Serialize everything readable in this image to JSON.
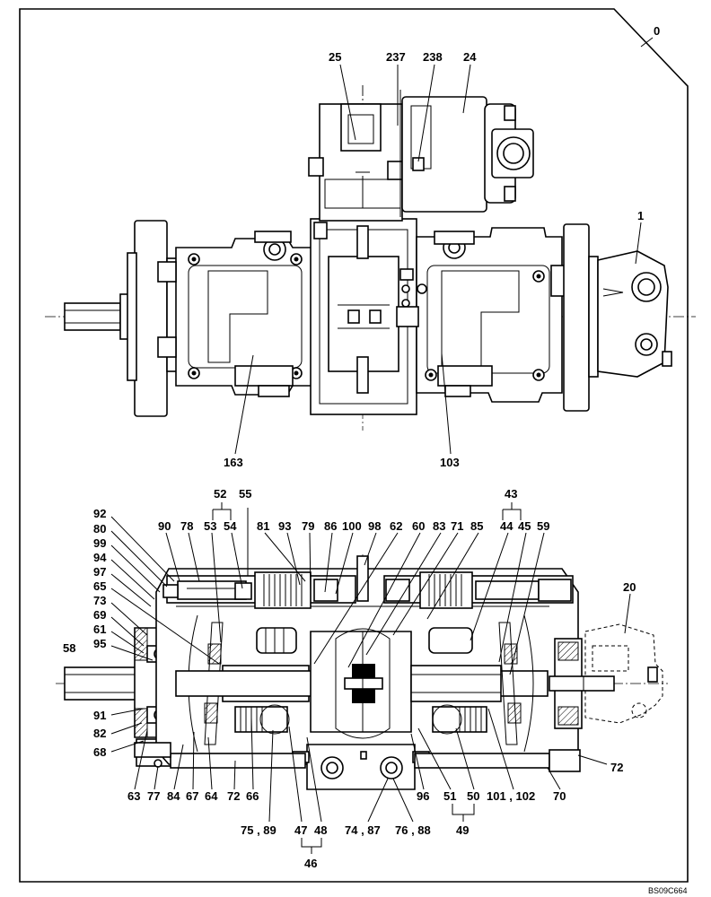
{
  "document_code": "BS09C664",
  "top_view_labels": [
    {
      "id": "0",
      "text": "0"
    },
    {
      "id": "25",
      "text": "25"
    },
    {
      "id": "237",
      "text": "237"
    },
    {
      "id": "238",
      "text": "238"
    },
    {
      "id": "24",
      "text": "24"
    },
    {
      "id": "1",
      "text": "1"
    },
    {
      "id": "163",
      "text": "163"
    },
    {
      "id": "103",
      "text": "103"
    }
  ],
  "section_view_labels": [
    {
      "id": "52",
      "text": "52"
    },
    {
      "id": "55",
      "text": "55"
    },
    {
      "id": "43",
      "text": "43"
    },
    {
      "id": "92",
      "text": "92"
    },
    {
      "id": "80",
      "text": "80"
    },
    {
      "id": "90",
      "text": "90"
    },
    {
      "id": "78",
      "text": "78"
    },
    {
      "id": "53",
      "text": "53"
    },
    {
      "id": "54",
      "text": "54"
    },
    {
      "id": "81",
      "text": "81"
    },
    {
      "id": "93",
      "text": "93"
    },
    {
      "id": "79",
      "text": "79"
    },
    {
      "id": "86",
      "text": "86"
    },
    {
      "id": "100",
      "text": "100"
    },
    {
      "id": "98",
      "text": "98"
    },
    {
      "id": "62",
      "text": "62"
    },
    {
      "id": "60",
      "text": "60"
    },
    {
      "id": "83",
      "text": "83"
    },
    {
      "id": "71",
      "text": "71"
    },
    {
      "id": "85",
      "text": "85"
    },
    {
      "id": "44",
      "text": "44"
    },
    {
      "id": "45",
      "text": "45"
    },
    {
      "id": "59",
      "text": "59"
    },
    {
      "id": "99",
      "text": "99"
    },
    {
      "id": "94",
      "text": "94"
    },
    {
      "id": "97",
      "text": "97"
    },
    {
      "id": "65",
      "text": "65"
    },
    {
      "id": "73",
      "text": "73"
    },
    {
      "id": "69",
      "text": "69"
    },
    {
      "id": "61",
      "text": "61"
    },
    {
      "id": "95",
      "text": "95"
    },
    {
      "id": "58",
      "text": "58"
    },
    {
      "id": "20",
      "text": "20"
    },
    {
      "id": "91",
      "text": "91"
    },
    {
      "id": "82",
      "text": "82"
    },
    {
      "id": "68",
      "text": "68"
    },
    {
      "id": "72a",
      "text": "72"
    },
    {
      "id": "63",
      "text": "63"
    },
    {
      "id": "77",
      "text": "77"
    },
    {
      "id": "84",
      "text": "84"
    },
    {
      "id": "67",
      "text": "67"
    },
    {
      "id": "64",
      "text": "64"
    },
    {
      "id": "72b",
      "text": "72"
    },
    {
      "id": "66",
      "text": "66"
    },
    {
      "id": "96",
      "text": "96"
    },
    {
      "id": "51",
      "text": "51"
    },
    {
      "id": "50",
      "text": "50"
    },
    {
      "id": "101_102",
      "text": "101 , 102"
    },
    {
      "id": "70",
      "text": "70"
    },
    {
      "id": "75_89",
      "text": "75 , 89"
    },
    {
      "id": "47",
      "text": "47"
    },
    {
      "id": "48",
      "text": "48"
    },
    {
      "id": "74_87",
      "text": "74 , 87"
    },
    {
      "id": "76_88",
      "text": "76 , 88"
    },
    {
      "id": "49",
      "text": "49"
    },
    {
      "id": "46",
      "text": "46"
    }
  ]
}
